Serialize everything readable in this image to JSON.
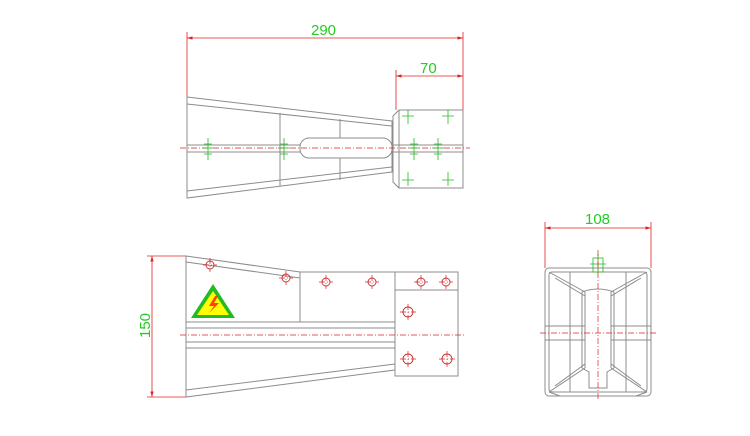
{
  "drawing": {
    "dimensions": {
      "top_overall_length": "290",
      "top_plate_length": "70",
      "side_height": "150",
      "end_width": "108"
    },
    "colors": {
      "outline": "#8c8c8c",
      "dimension_line": "#e02020",
      "dimension_text": "#22cc22",
      "bolt": "#22bb22",
      "warning_fill": "#ffff00",
      "warning_border": "#22bb22"
    },
    "icons": {
      "warning": "electric-hazard-icon"
    }
  }
}
